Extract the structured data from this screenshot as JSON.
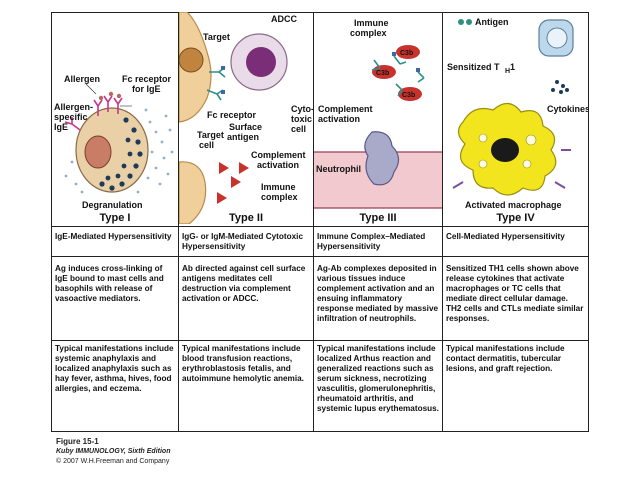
{
  "panels": [
    {
      "type_label": "Type I",
      "labels": {
        "allergen": "Allergen",
        "fc_receptor": "Fc receptor",
        "for_ige": "for IgE",
        "allergen_specific": "Allergen-",
        "specific": "specific",
        "ige": "IgE",
        "degranulation": "Degranulation"
      },
      "heading": "IgE-Mediated Hypersensitivity",
      "mechanism": "Ag induces cross-linking of IgE bound to mast cells and basophils with release of vasoactive mediators.",
      "manifestations": "Typical manifestations include systemic anaphylaxis and localized anaphylaxis such as hay fever, asthma, hives, food allergies, and eczema."
    },
    {
      "type_label": "Type II",
      "labels": {
        "adcc": "ADCC",
        "target_cell": "Target",
        "cell": "cell",
        "fc_receptor": "Fc receptor",
        "surface": "Surface",
        "antigen": "antigen",
        "cytotoxic": "Cyto-",
        "toxic": "toxic",
        "cyto_cell": "cell",
        "complement": "Complement",
        "activation": "activation",
        "immune": "Immune",
        "complex": "complex"
      },
      "heading": "IgG- or IgM-Mediated Cytotoxic Hypersensitivity",
      "mechanism": "Ab directed against cell surface antigens meditates cell destruction via complement activation or ADCC.",
      "manifestations": "Typical manifestations include blood transfusion reactions, erythroblastosis fetalis, and autoimmune hemolytic anemia."
    },
    {
      "type_label": "Type III",
      "labels": {
        "immune": "Immune",
        "complex": "complex",
        "c3b": "C3b",
        "complement": "Complement",
        "activation": "activation",
        "neutrophil": "Neutrophil"
      },
      "heading": "Immune Complex–Mediated Hypersensitivity",
      "mechanism": "Ag-Ab complexes deposited in various tissues induce complement activation and an ensuing inflammatory response mediated by massive infiltration of neutrophils.",
      "manifestations": "Typical manifestations include localized Arthus reaction and generalized reactions such as serum sickness, necrotizing vasculitis, glomerulonephritis, rheumatoid arthritis, and systemic lupus erythematosus."
    },
    {
      "type_label": "Type IV",
      "labels": {
        "antigen": "Antigen",
        "sensitized": "Sensitized T",
        "th_sub": "H",
        "th_one": "1",
        "cytokines": "Cytokines",
        "activated_macrophage": "Activated macrophage"
      },
      "heading": "Cell-Mediated Hypersensitivity",
      "mechanism": "Sensitized TH1 cells shown above release cytokines that activate macrophages or TC cells that mediate direct cellular damage. TH2 cells and CTLs mediate similar responses.",
      "manifestations": "Typical manifestations include contact dermatitis, tubercular lesions, and graft rejection."
    }
  ],
  "caption": {
    "figure": "Figure 15-1",
    "book": "Kuby IMMUNOLOGY, Sixth Edition",
    "copyright": "© 2007 W.H.Freeman and Company"
  },
  "colors": {
    "mast_cell": "#e9d0a6",
    "granule": "#1e3a5a",
    "complement_red": "#c8322d",
    "neutrophil": "#a9a9c9",
    "vessel": "#f2c9cf",
    "macrophage": "#f2e51e",
    "t_cell": "#bcd8ea",
    "antibody_teal": "#2e8f86"
  }
}
